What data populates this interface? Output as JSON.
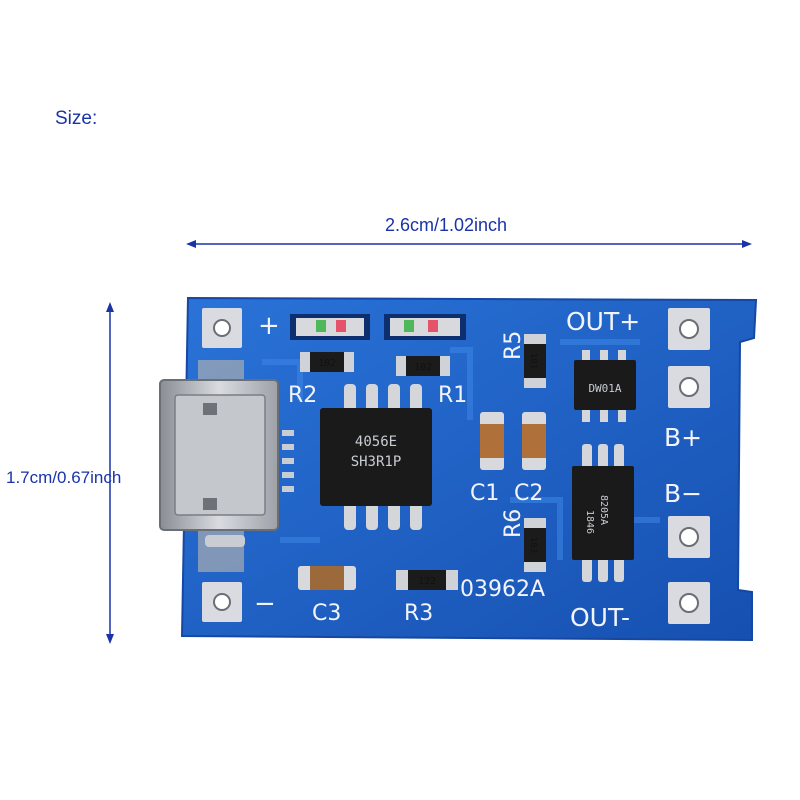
{
  "labels": {
    "size": "Size:",
    "width": "2.6cm/1.02inch",
    "height": "1.7cm/0.67inch"
  },
  "silkscreen": {
    "plus": "+",
    "minus": "−",
    "out_plus": "OUT+",
    "out_minus": "OUT-",
    "b_plus": "B+",
    "b_minus": "B−",
    "r1": "R1",
    "r2": "R2",
    "r3": "R3",
    "r5": "R5",
    "r6": "R6",
    "c1": "C1",
    "c2": "C2",
    "c3": "C3",
    "board_id": "03962A"
  },
  "components": {
    "chip_main_line1": "4056E",
    "chip_main_line2": "SH3R1P",
    "chip_small": "DW01A",
    "chip_mosfet_line1": "8205A",
    "chip_mosfet_line2": "1846",
    "resistor_r1": "102",
    "resistor_r2": "102",
    "resistor_r3": "122",
    "resistor_r5": "101",
    "resistor_r6": "103"
  },
  "colors": {
    "annotation": "#1a33a8",
    "pcb": "#1f63c9"
  }
}
